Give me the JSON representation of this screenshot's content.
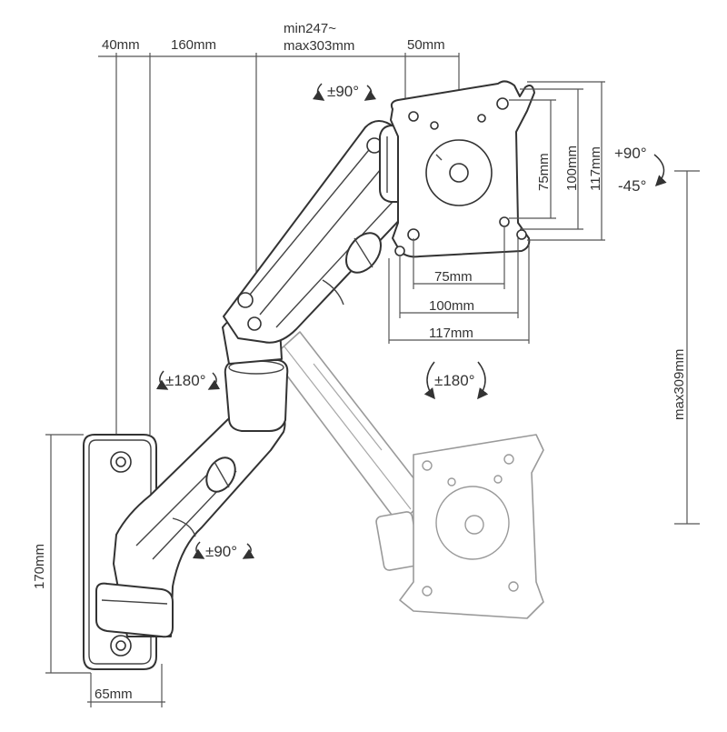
{
  "dimensions": {
    "wall_offset": "40mm",
    "arm_segment": "160mm",
    "extension_line1": "min247~",
    "extension_line2": "max303mm",
    "head_depth": "50mm",
    "vesa_75_horizontal": "75mm",
    "vesa_100_horizontal": "100mm",
    "vesa_117_horizontal": "117mm",
    "vesa_75_vertical": "75mm",
    "vesa_100_vertical": "100mm",
    "vesa_117_vertical": "117mm",
    "plate_height": "170mm",
    "plate_width": "65mm",
    "max_height": "max309mm"
  },
  "rotations": {
    "head_swivel": "±90°",
    "tilt_up": "+90°",
    "tilt_down": "-45°",
    "screen_rotation": "±180°",
    "elbow_swivel": "±180°",
    "base_swivel": "±90°"
  }
}
